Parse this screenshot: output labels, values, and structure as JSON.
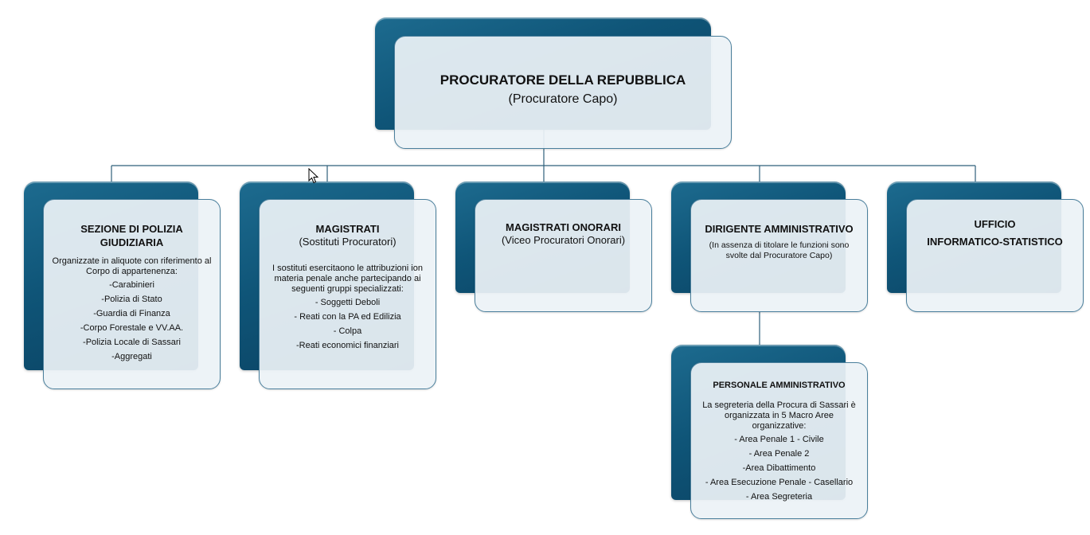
{
  "root": {
    "title": "PROCURATORE DELLA REPUBBLICA",
    "subtitle": "(Procuratore Capo)"
  },
  "nodes": {
    "sezione": {
      "title": "SEZIONE DI POLIZIA GIUDIZIARIA",
      "description": "Organizzate in aliquote con riferimento al Corpo di appartenenza:",
      "items": [
        "-Carabinieri",
        "-Polizia di Stato",
        "-Guardia di Finanza",
        "-Corpo Forestale e VV.AA.",
        "-Polizia Locale di Sassari",
        "-Aggregati"
      ]
    },
    "magistrati": {
      "title": "MAGISTRATI",
      "subtitle": "(Sostituti Procuratori)",
      "description": "I sostituti esercitaono le attribuzioni ion materia penale anche partecipando ai seguenti gruppi specializzati:",
      "items": [
        "- Soggetti Deboli",
        "- Reati con la PA ed Edilizia",
        "- Colpa",
        "-Reati economici finanziari"
      ]
    },
    "onorari": {
      "title": "MAGISTRATI ONORARI",
      "subtitle": "(Viceo Procuratori Onorari)"
    },
    "dirigente": {
      "title": "DIRIGENTE AMMINISTRATIVO",
      "description": "(In assenza di titolare le funzioni sono svolte dal  Procuratore Capo)"
    },
    "ufficio": {
      "title_line1": "UFFICIO",
      "title_line2": "INFORMATICO-STATISTICO"
    },
    "personale": {
      "title": "PERSONALE AMMINISTRATIVO",
      "description": "La segreteria della Procura di Sassari è organizzata in 5 Macro Aree organizzative:",
      "items": [
        "- Area Penale 1 - Civile",
        "- Area Penale 2",
        "-Area Dibattimento",
        "- Area Esecuzione Penale - Casellario",
        "- Area Segreteria"
      ]
    }
  },
  "colors": {
    "box_dark": "#0f5578",
    "box_light": "#ecf2f6",
    "connector": "#2e5f7a"
  }
}
